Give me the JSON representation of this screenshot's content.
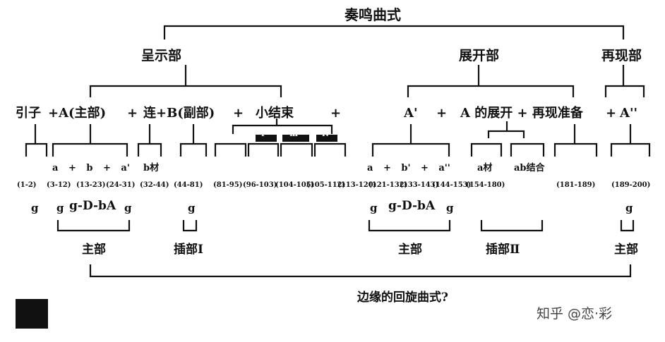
{
  "title": "奏鸣曲式",
  "sections": {
    "exposition": "呈示部",
    "development": "展开部",
    "recapitulation": "再现部"
  },
  "row1": {
    "intro": "引子",
    "a_main": "+A(主部)",
    "plus1": "+",
    "bridge_b": "连+B(副部)",
    "plus2": "+",
    "codetta": "小结束",
    "plus3": "+",
    "a_prime": "A'",
    "plus4": "+",
    "a_dev": "A 的展开 + 再现准备",
    "plus5": "+",
    "a_double": "A''"
  },
  "row2": {
    "small_labels": [
      "Ⅰ",
      "Ⅲ",
      "Ⅳ"
    ],
    "motif_a": "a + b + a'",
    "b_label": "b材",
    "motif_dev": "a + b' + a''",
    "a_mat": "a材",
    "ab_mix": "ab结合"
  },
  "measures": [
    "(1-2)",
    "(3-12)",
    "(13-23)",
    "(24-31)",
    "(32-44)",
    "(44-81)",
    "(81-95)",
    "(96-103)",
    "(104-105)",
    "(105-112)",
    "(113-120)",
    "(121-132)",
    "(133-143)",
    "(144-153)",
    "(154-180)",
    "(181-189)",
    "(189-200)"
  ],
  "key_row": {
    "g1": "g",
    "g2": "g",
    "gdba1": "g-D-bA",
    "g3": "g",
    "g4": "g",
    "g5": "g",
    "gdba2": "g-D-bA",
    "g6": "g",
    "g7": "g"
  },
  "bottom_labels": {
    "main1": "主部",
    "insert1": "插部Ⅰ",
    "main2": "主部",
    "insert2": "插部Ⅱ",
    "main3": "主部"
  },
  "bottom_question": "边缘的回旋曲式?",
  "watermark": "知乎 @恋·彩"
}
